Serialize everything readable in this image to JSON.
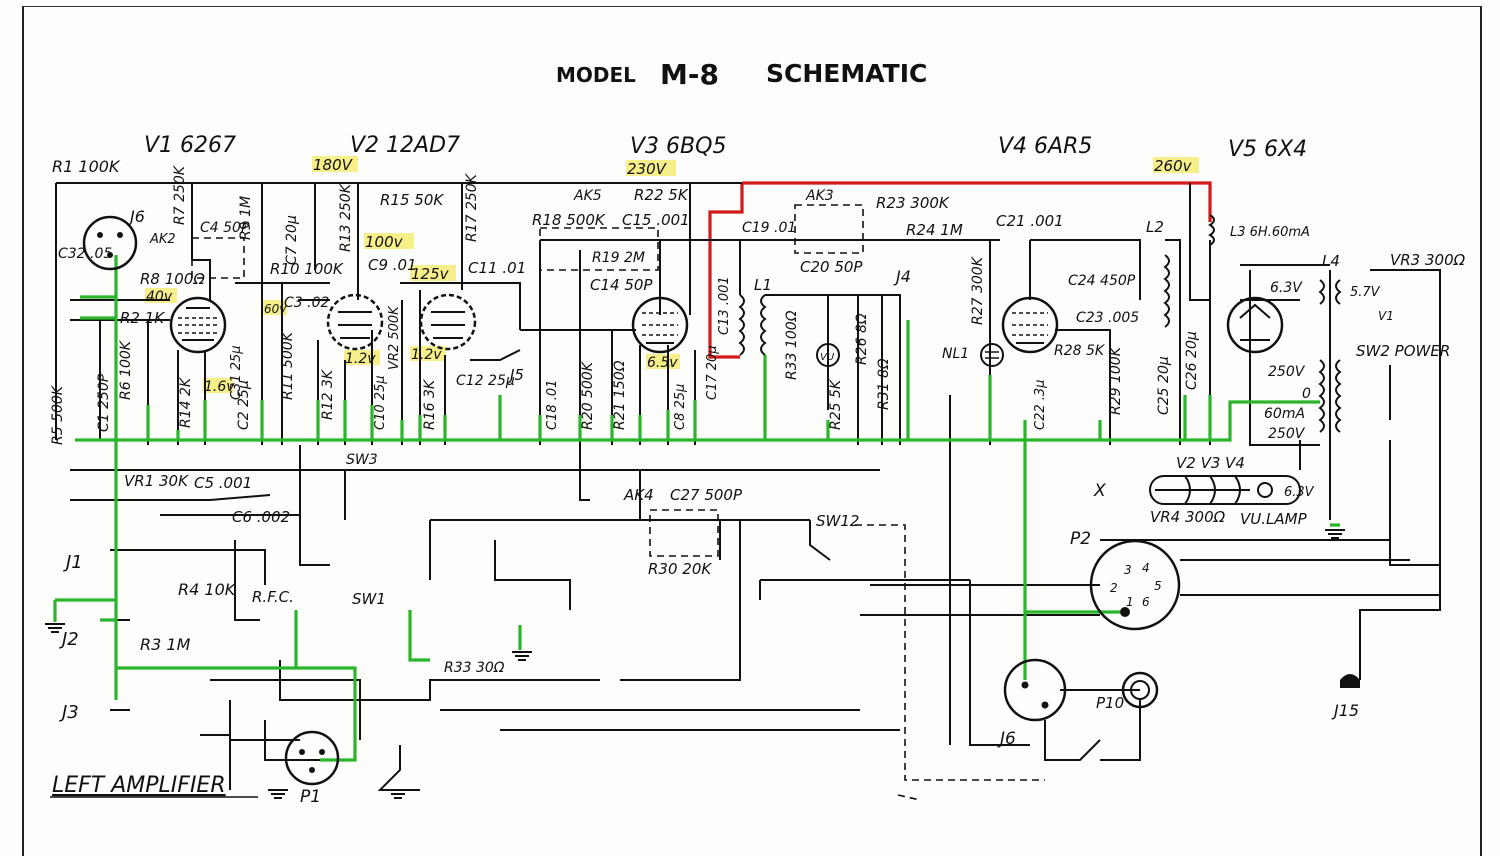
{
  "title": {
    "model": "MODEL",
    "model_no": "M-8",
    "word": "SCHEMATIC"
  },
  "tubes": [
    {
      "id": "V1",
      "type": "6267",
      "label": "V1 6267"
    },
    {
      "id": "V2",
      "type": "12AD7",
      "label": "V2 12AD7"
    },
    {
      "id": "V3",
      "type": "6BQ5",
      "label": "V3 6BQ5"
    },
    {
      "id": "V4",
      "type": "6AR5",
      "label": "V4 6AR5"
    },
    {
      "id": "V5",
      "type": "6X4",
      "label": "V5 6X4"
    }
  ],
  "voltages": [
    "180V",
    "100v",
    "125v",
    "230V",
    "260v",
    "40v",
    "1.2v",
    "1.2v",
    "6.5v",
    "1.6v",
    "60v"
  ],
  "resistors": [
    "R1 100K",
    "R2 1K",
    "R3 1M",
    "R4 10K",
    "R5 500K",
    "R6 100K",
    "R7 250K",
    "R8 100Ω",
    "R9 1M",
    "R10 100K",
    "R11 500K",
    "R12 3K",
    "R13 250K",
    "R14 2K",
    "R15 50K",
    "R16 3K",
    "R17 250K",
    "R18 500K",
    "R19 2M",
    "R20 500K",
    "R21 150Ω",
    "R22 5K",
    "R23 300K",
    "R24 1M",
    "R25 5K",
    "R26 8Ω",
    "R27 300K",
    "R28 5K",
    "R29 100K",
    "R30 20K",
    "R31 8Ω",
    "R33 100Ω",
    "R33 30Ω"
  ],
  "capacitors": [
    "C1 250P",
    "C2 25µ",
    "C3 .02",
    "C4 50P",
    "C5 .001",
    "C6 .002",
    "C7 20µ",
    "C9 .01",
    "C10 25µ",
    "C11 .01",
    "C12 25µ",
    "C13 .001",
    "C14 50P",
    "C15 .001",
    "C17 20µ",
    "C18 .01",
    "C19 .01",
    "C20 50P",
    "C21 .001",
    "C22 .3µ",
    "C23 .005",
    "C24 450P",
    "C25 20µ",
    "C26 20µ",
    "C27 500P",
    "C31 25µ",
    "C32 .05",
    "C8 25µ"
  ],
  "inductors": [
    "L1",
    "L2",
    "L3 6H.60mA",
    "L4"
  ],
  "controls": [
    "VR1 30K",
    "VR2 500K",
    "VR3 300Ω",
    "VR4 300Ω"
  ],
  "switches": [
    "SW1",
    "SW2 POWER",
    "SW3",
    "SW12",
    "R.F.C."
  ],
  "jacks": [
    "J1",
    "J2",
    "J3",
    "J4",
    "J5",
    "J6",
    "J6",
    "J15",
    "P1",
    "P2",
    "P10"
  ],
  "assemblies": [
    "AK2",
    "AK3",
    "AK4",
    "AK5"
  ],
  "misc": [
    "NL1",
    "VU",
    "6.3V",
    "5.7V",
    "250V",
    "0",
    "60mA",
    "250V",
    "V1",
    "X",
    "V2 V3 V4",
    "VU.LAMP",
    "6.3V"
  ],
  "p2_pins": [
    "1",
    "2",
    "3",
    "4",
    "5",
    "6"
  ],
  "caption": "LEFT AMPLIFIER",
  "colors": {
    "ground_bus": "#2bb52b",
    "b_plus_line": "#d21a1a",
    "voltage_highlight": "#f7ef8a"
  }
}
